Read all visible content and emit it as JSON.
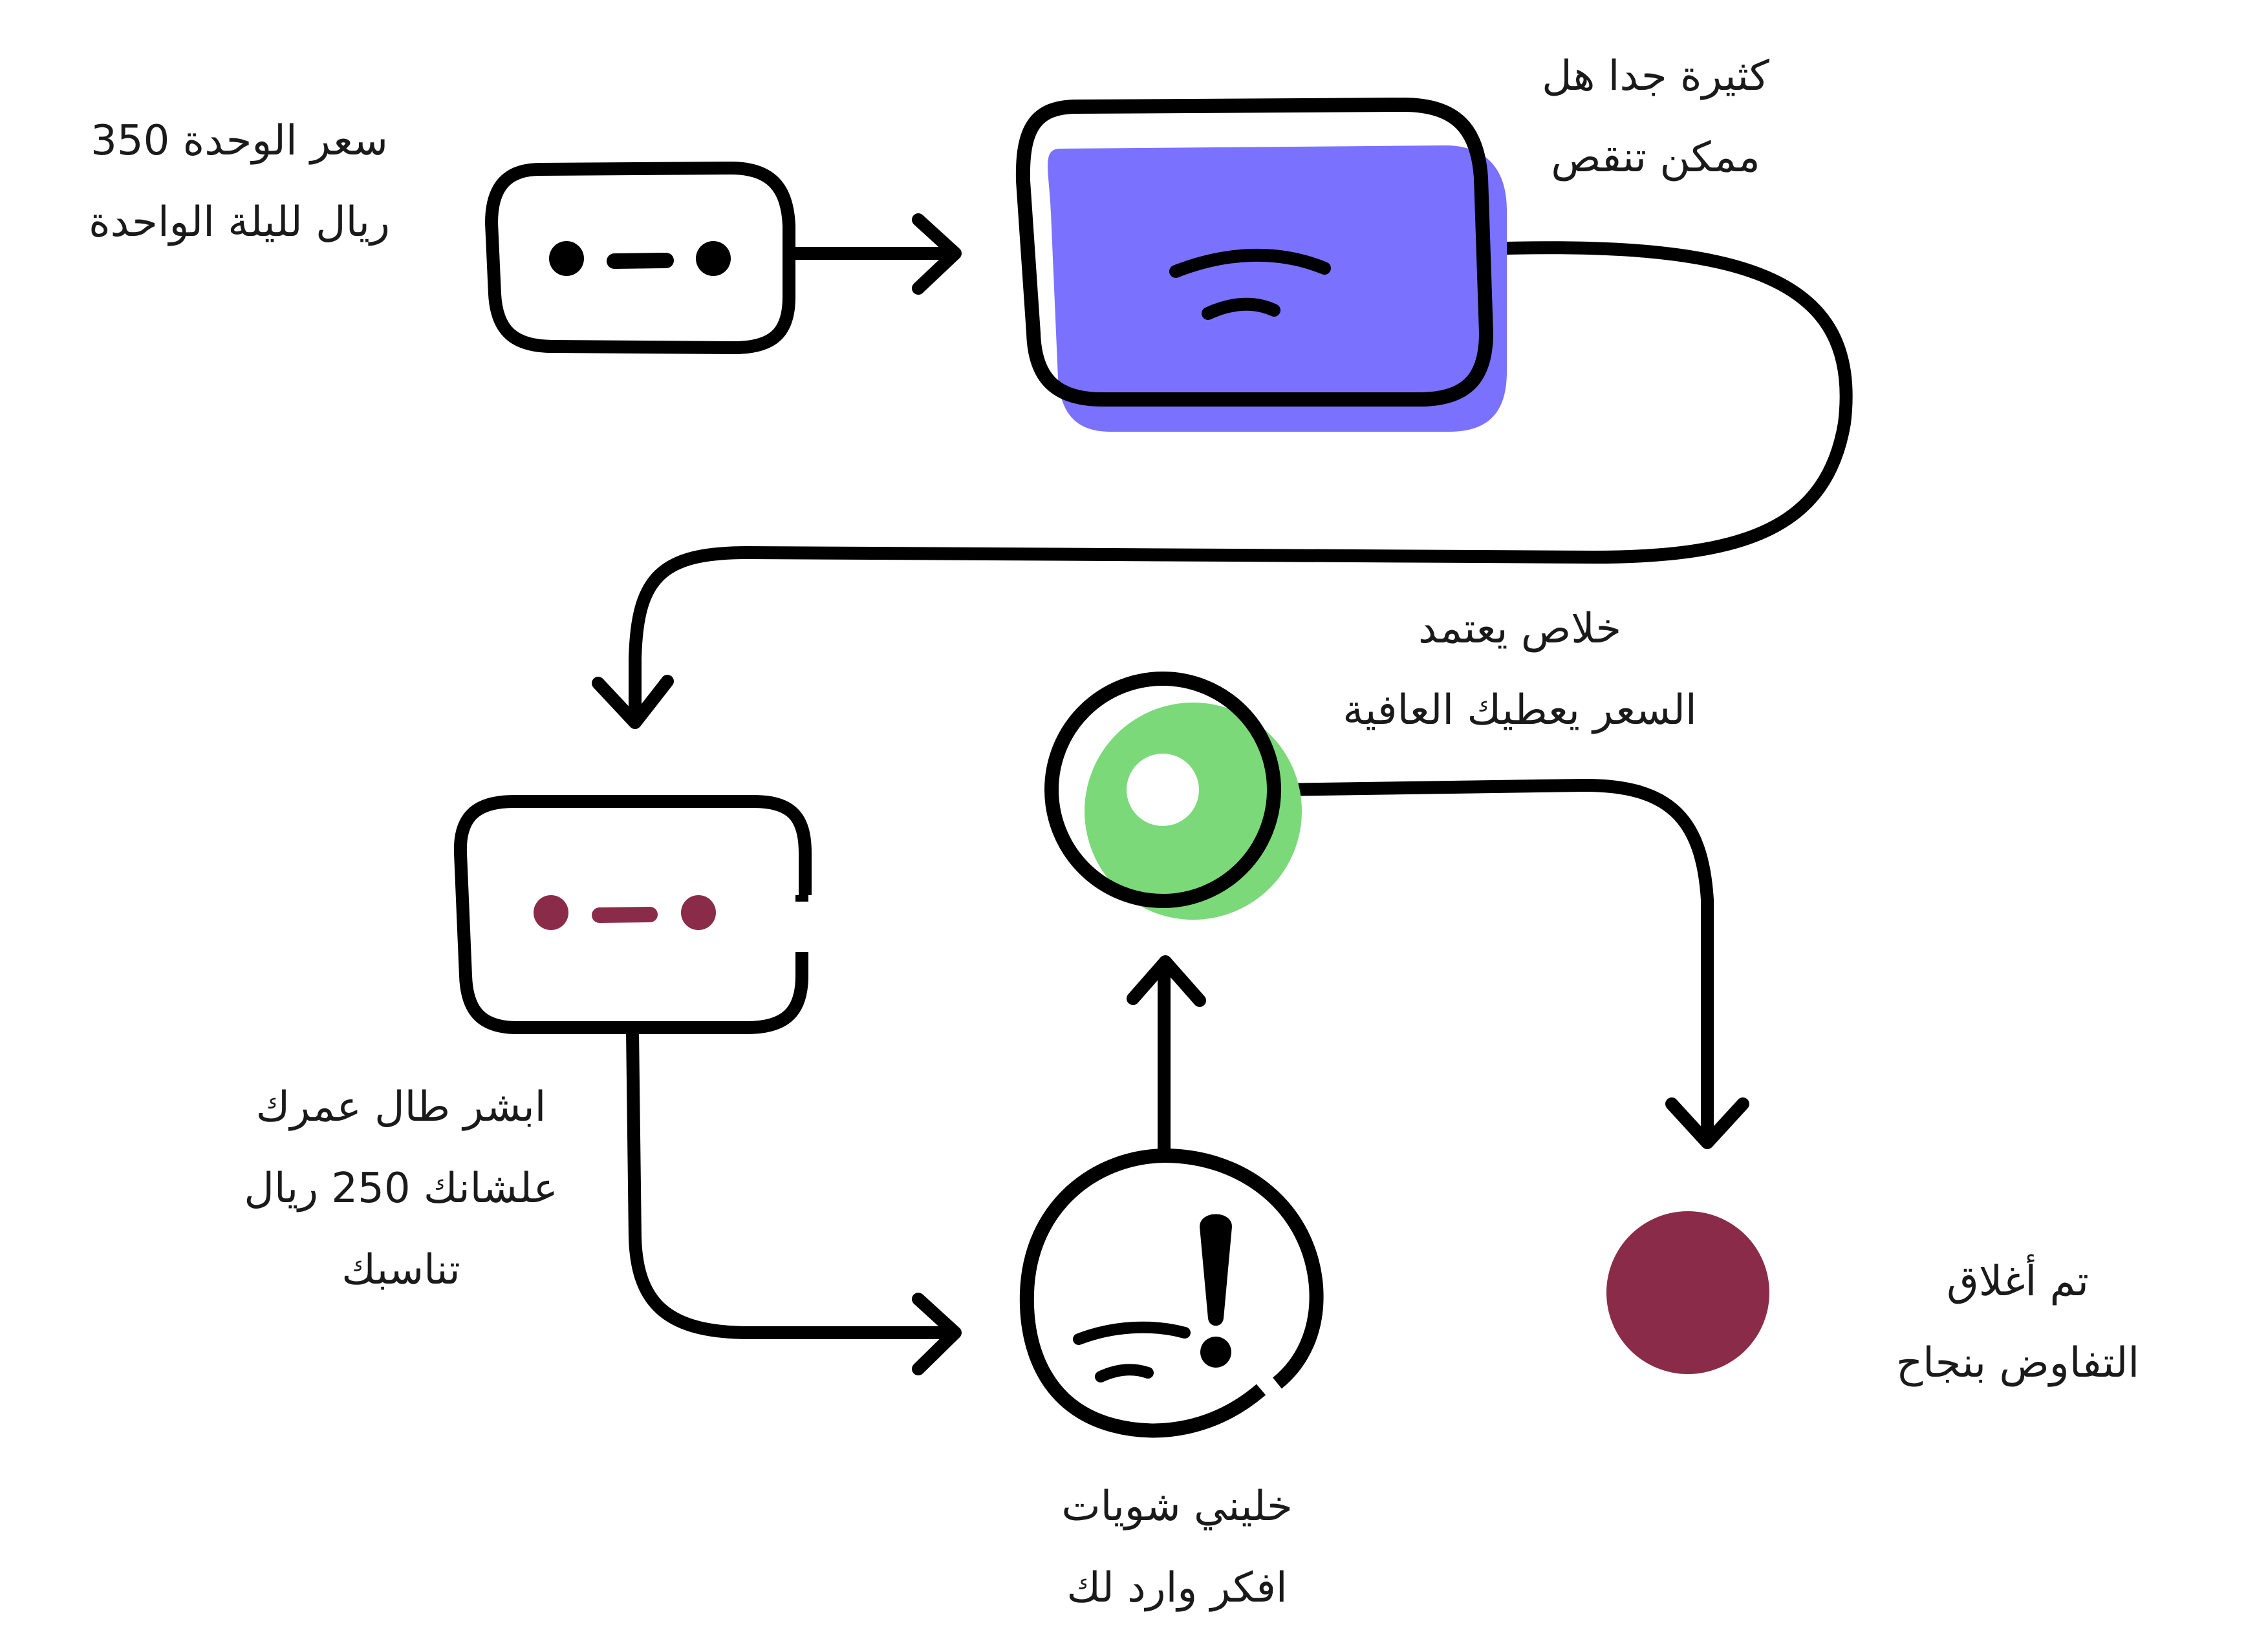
{
  "colors": {
    "ink": "#000000",
    "accent_blue": "#7a72ff",
    "accent_green": "#7cd97a",
    "accent_maroon": "#8b2b4a"
  },
  "nodes": {
    "price_start": {
      "icon": "chat-bubble-icon",
      "line1": "سعر الوحدة 350",
      "line2": "ريال لليلة الواحدة"
    },
    "too_much": {
      "icon": "window-wifi-icon",
      "line1": "كثيرة جدا هل",
      "line2": "ممكن تنقص"
    },
    "offer_250": {
      "icon": "chat-bubble-icon",
      "line1": "ابشر طال عمرك",
      "line2": "علشانك 250 ريال",
      "line3": "تناسبك"
    },
    "think": {
      "icon": "warning-wifi-icon",
      "line1": "خليني شويات",
      "line2": "افكر وارد لك"
    },
    "agreed": {
      "icon": "ring-icon",
      "line1": "خلاص يعتمد",
      "line2": "السعر يعطيك العافية"
    },
    "closed": {
      "icon": "dot-icon",
      "line1": "تم أغلاق",
      "line2": "التفاوض بنجاح"
    }
  }
}
